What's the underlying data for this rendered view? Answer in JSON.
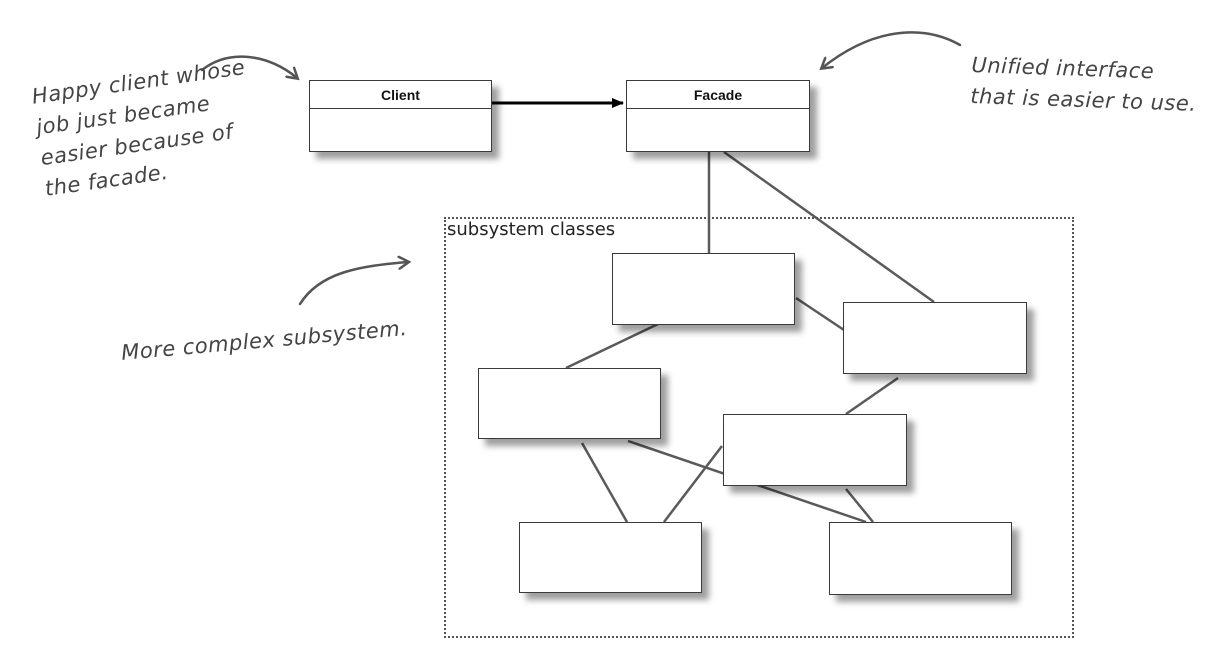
{
  "classes": {
    "client": "Client",
    "facade": "Facade"
  },
  "subsystem": {
    "label": "subsystem classes"
  },
  "notes": {
    "client_note": [
      "Happy client whose",
      "job just became",
      "easier because of",
      "the facade."
    ],
    "facade_note": [
      "Unified interface",
      "that is easier to use."
    ],
    "subsystem_note": "More complex subsystem."
  },
  "colors": {
    "line": "#5a5a5a",
    "arrow": "#000000",
    "note_text": "#444444"
  }
}
